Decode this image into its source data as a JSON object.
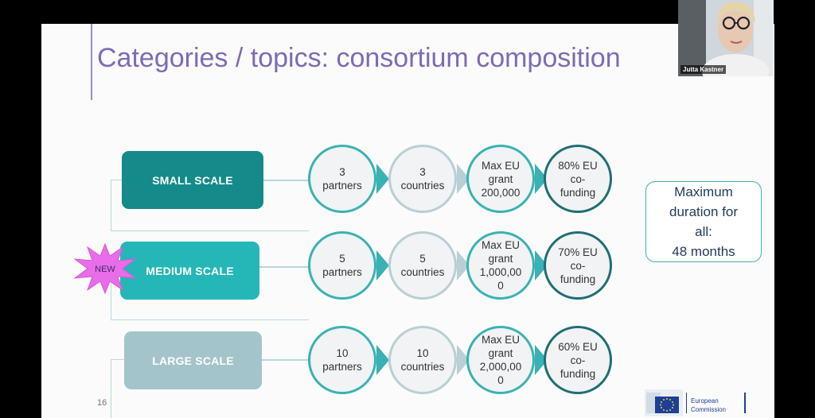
{
  "slide": {
    "title": "Categories / topics: consortium composition",
    "page_number": "16",
    "new_badge": "NEW",
    "info_box": {
      "lines": [
        "Maximum",
        "duration for",
        "all:",
        "48 months"
      ]
    },
    "rows": [
      {
        "scale_label": "SMALL SCALE",
        "scale_color": "#148a8a",
        "partners": [
          "3",
          "partners"
        ],
        "countries": [
          "3",
          "countries"
        ],
        "grant": [
          "Max EU",
          "grant",
          "200,000"
        ],
        "cofunding": [
          "80% EU",
          "co-",
          "funding"
        ]
      },
      {
        "scale_label": "MEDIUM SCALE",
        "scale_color": "#25b7b8",
        "partners": [
          "5",
          "partners"
        ],
        "countries": [
          "5",
          "countries"
        ],
        "grant": [
          "Max EU",
          "grant",
          "1,000,00",
          "0"
        ],
        "cofunding": [
          "70% EU",
          "co-",
          "funding"
        ]
      },
      {
        "scale_label": "LARGE SCALE",
        "scale_color": "#a3c4cb",
        "partners": [
          "10",
          "partners"
        ],
        "countries": [
          "10",
          "countries"
        ],
        "grant": [
          "Max EU",
          "grant",
          "2,000,00",
          "0"
        ],
        "cofunding": [
          "60% EU",
          "co-",
          "funding"
        ]
      }
    ],
    "logo": {
      "line1": "European",
      "line2": "Commission"
    }
  },
  "video": {
    "participant_name": "Jutta Kastner"
  },
  "colors": {
    "title": "#7e6bb5",
    "teal": "#3ab2b4",
    "dark_teal": "#206e73",
    "new_burst": "#e96de8"
  }
}
